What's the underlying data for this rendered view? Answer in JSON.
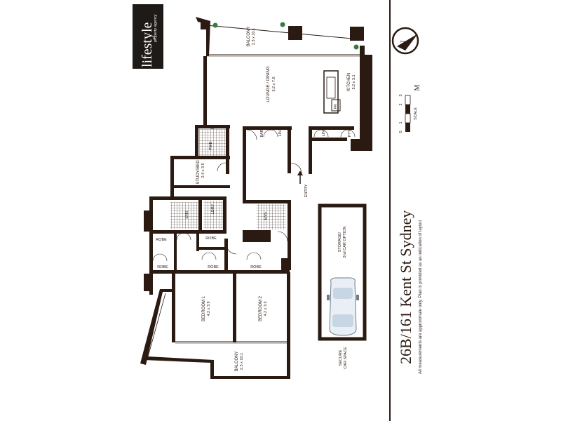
{
  "logo": {
    "brand": "lifestyle",
    "tagline": "property agency"
  },
  "rooms": {
    "balcony_top": {
      "label": "BALCONY",
      "dim": "2.3 x 10.1"
    },
    "lounge": {
      "label": "LOUNGE / DINING",
      "dim": "5.2 x 7.6"
    },
    "kitchen": {
      "label": "KITCHEN",
      "dim": "5.2 x 3.1"
    },
    "fr": "FR",
    "bar": "BAR",
    "lin1": "LIN",
    "lin2": "LIN",
    "pty": "PTY",
    "pwd": "PWD",
    "study": {
      "label": "STUDY/BED 3",
      "dim": "2.4 x 3.5"
    },
    "ens1": "ENS",
    "ldry": "LDRY",
    "ens2": "ENS",
    "robe1": "ROBE",
    "robe2": "ROBE",
    "robe3": "ROBE",
    "robe4": "ROBE",
    "robe5": "ROBE",
    "bedroom1": {
      "label": "BEDROOM 1",
      "dim": "4.2 x 3.9"
    },
    "bedroom2": {
      "label": "BEDROOM 2",
      "dim": "4.2 x 3.5"
    },
    "balcony_bottom": {
      "label": "BALCONY",
      "dim": "2.3 x 10.1"
    },
    "entry": "ENTRY",
    "storage": "STORAGE/",
    "storage2": "2nd CAR OPTION",
    "car_space": "SECURE",
    "car_space2": "CAR SPACE"
  },
  "title": "26B/161 Kent St Sydney",
  "disclaimer": "All measurements are approximate only. Plan is provided as an indication of layout",
  "scale": {
    "label": "SCALE",
    "ticks": [
      "0",
      "1",
      "2",
      "3"
    ],
    "unit": "M"
  },
  "compass": "N"
}
